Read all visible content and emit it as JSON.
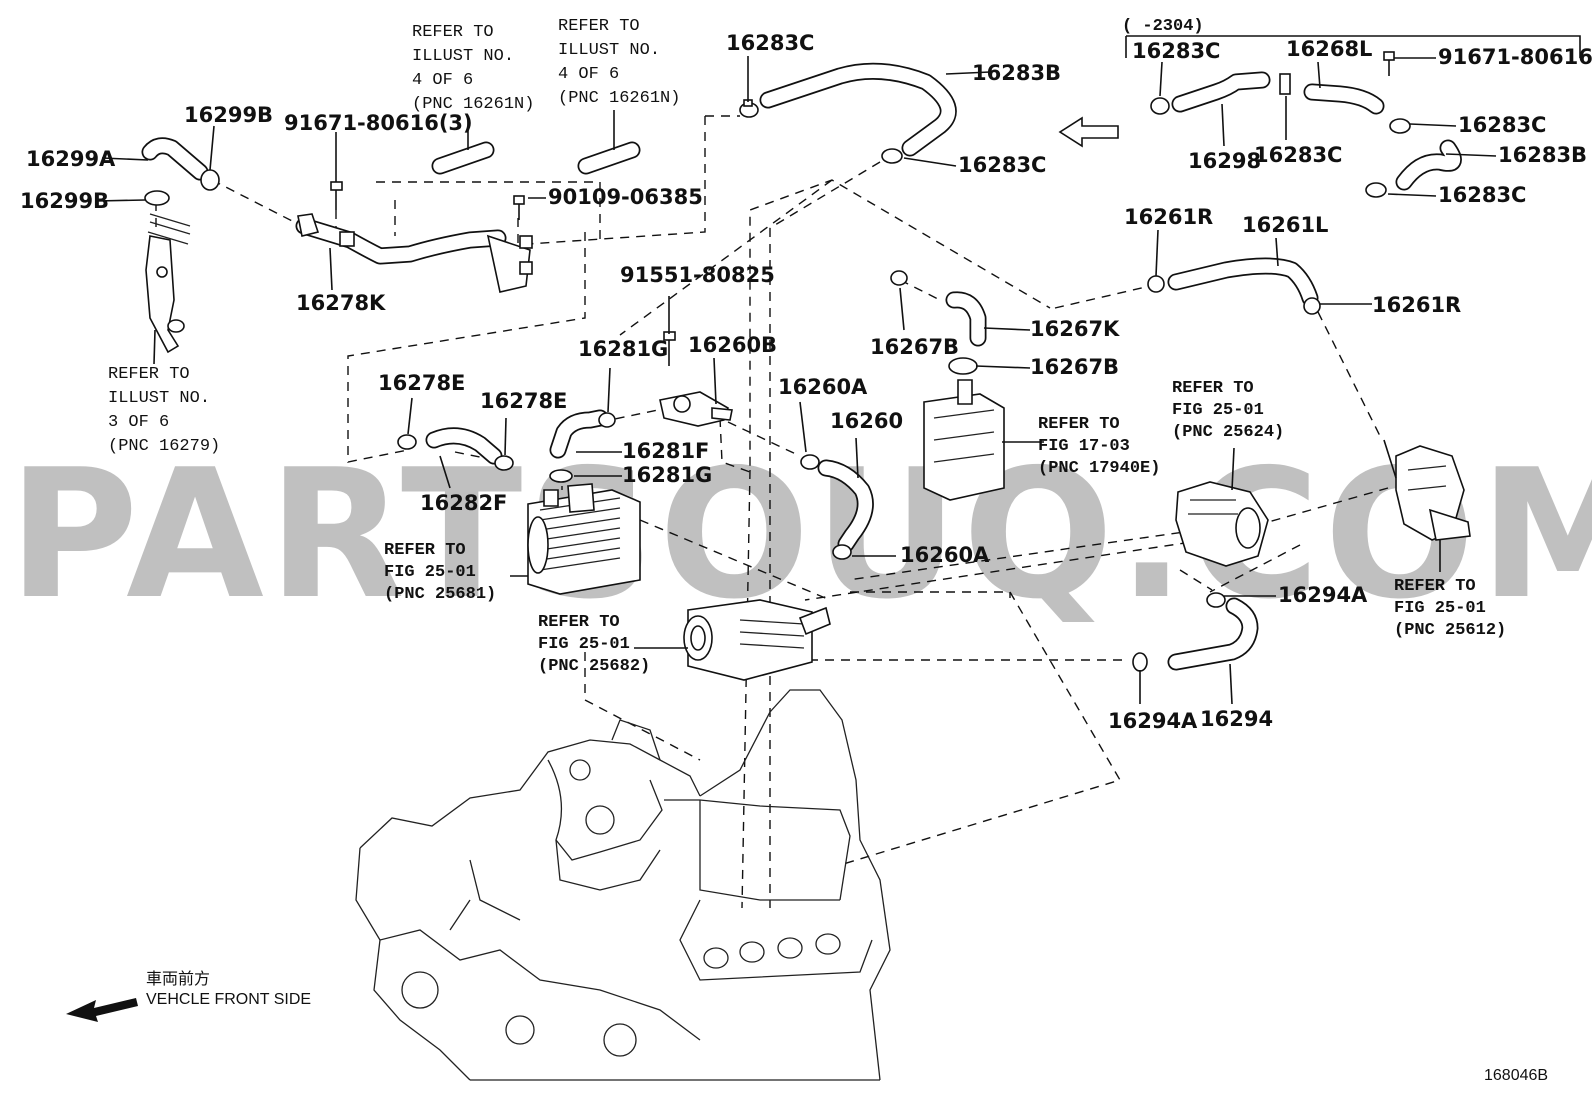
{
  "parts": {
    "p16283C_top": "16283C",
    "p16283B_top": "16283B",
    "p16283C_mid": "16283C",
    "p16299B_a": "16299B",
    "p16299A": "16299A",
    "p16299B_b": "16299B",
    "p91671_3": "91671-80616(3)",
    "p90109": "90109-06385",
    "p16278K": "16278K",
    "p91551": "91551-80825",
    "p16281G_a": "16281G",
    "p16260B": "16260B",
    "p16278E_a": "16278E",
    "p16278E_b": "16278E",
    "p16281F": "16281F",
    "p16281G_b": "16281G",
    "p16282F": "16282F",
    "p16260A_a": "16260A",
    "p16260": "16260",
    "p16260A_b": "16260A",
    "p16267B_a": "16267B",
    "p16267K": "16267K",
    "p16267B_b": "16267B",
    "p16261R_a": "16261R",
    "p16261L": "16261L",
    "p16261R_b": "16261R",
    "p16294A_a": "16294A",
    "p16294A_b": "16294A",
    "p16294": "16294",
    "inset_range": "(    -2304)",
    "i16283C_a": "16283C",
    "i16268L": "16268L",
    "i91671": "91671-80616",
    "i16283C_b": "16283C",
    "i16283B": "16283B",
    "i16283C_c": "16283C",
    "i16298": "16298",
    "i16283C_d": "16283C"
  },
  "refs": {
    "r1": [
      "REFER TO",
      "ILLUST NO.",
      "4 OF 6",
      "(PNC 16261N)"
    ],
    "r2": [
      "REFER TO",
      "ILLUST NO.",
      "4 OF 6",
      "(PNC 16261N)"
    ],
    "r3": [
      "REFER TO",
      "ILLUST NO.",
      "3 OF 6",
      "(PNC 16279)"
    ],
    "r4": [
      "REFER TO",
      "FIG 25-01",
      "(PNC 25681)"
    ],
    "r5": [
      "REFER TO",
      "FIG 25-01",
      "(PNC 25682)"
    ],
    "r6": [
      "REFER TO",
      "FIG 17-03",
      "(PNC 17940E)"
    ],
    "r7": [
      "REFER TO",
      "FIG 25-01",
      "(PNC 25624)"
    ],
    "r8": [
      "REFER TO",
      "FIG 25-01",
      "(PNC 25612)"
    ]
  },
  "front": {
    "jp": "車両前方",
    "en": "VEHCLE FRONT SIDE"
  },
  "diagram_id": "168046B",
  "watermark": "PARTSOUQ.COM"
}
